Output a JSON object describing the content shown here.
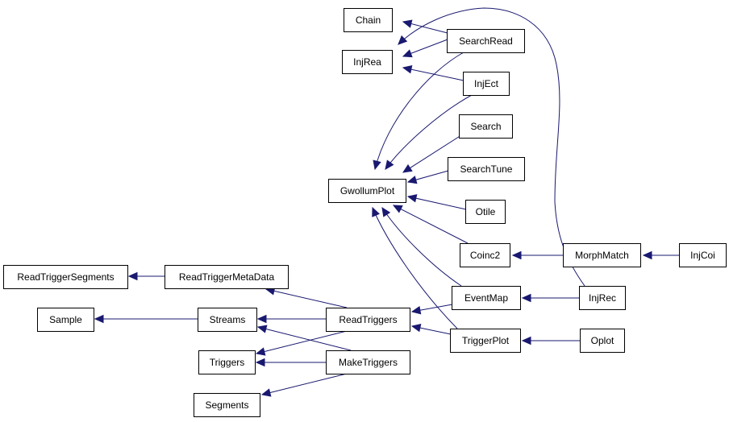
{
  "diagram": {
    "type": "class-inheritance-graph",
    "colors": {
      "edge": "#191970",
      "node_border": "#000000",
      "node_fill": "#ffffff",
      "text": "#000000"
    },
    "nodes": [
      {
        "id": "chain",
        "label": "Chain"
      },
      {
        "id": "searchread",
        "label": "SearchRead"
      },
      {
        "id": "injrea",
        "label": "InjRea"
      },
      {
        "id": "inject",
        "label": "InjEct"
      },
      {
        "id": "search",
        "label": "Search"
      },
      {
        "id": "searchtune",
        "label": "SearchTune"
      },
      {
        "id": "gwollumplot",
        "label": "GwollumPlot"
      },
      {
        "id": "otile",
        "label": "Otile"
      },
      {
        "id": "coinc2",
        "label": "Coinc2"
      },
      {
        "id": "morphmatch",
        "label": "MorphMatch"
      },
      {
        "id": "injcoi",
        "label": "InjCoi"
      },
      {
        "id": "readtriggersegments",
        "label": "ReadTriggerSegments"
      },
      {
        "id": "readtriggermetadata",
        "label": "ReadTriggerMetaData"
      },
      {
        "id": "eventmap",
        "label": "EventMap"
      },
      {
        "id": "injrec",
        "label": "InjRec"
      },
      {
        "id": "sample",
        "label": "Sample"
      },
      {
        "id": "streams",
        "label": "Streams"
      },
      {
        "id": "readtriggers",
        "label": "ReadTriggers"
      },
      {
        "id": "triggerplot",
        "label": "TriggerPlot"
      },
      {
        "id": "oplot",
        "label": "Oplot"
      },
      {
        "id": "triggers",
        "label": "Triggers"
      },
      {
        "id": "maketriggers",
        "label": "MakeTriggers"
      },
      {
        "id": "segments",
        "label": "Segments"
      }
    ],
    "edges": [
      {
        "from": "searchread",
        "to": "chain"
      },
      {
        "from": "searchread",
        "to": "injrea"
      },
      {
        "from": "inject",
        "to": "injrea"
      },
      {
        "from": "injrec",
        "to": "injrea"
      },
      {
        "from": "searchread",
        "to": "gwollumplot"
      },
      {
        "from": "inject",
        "to": "gwollumplot"
      },
      {
        "from": "search",
        "to": "gwollumplot"
      },
      {
        "from": "searchtune",
        "to": "gwollumplot"
      },
      {
        "from": "otile",
        "to": "gwollumplot"
      },
      {
        "from": "coinc2",
        "to": "gwollumplot"
      },
      {
        "from": "eventmap",
        "to": "gwollumplot"
      },
      {
        "from": "triggerplot",
        "to": "gwollumplot"
      },
      {
        "from": "morphmatch",
        "to": "coinc2"
      },
      {
        "from": "injcoi",
        "to": "morphmatch"
      },
      {
        "from": "readtriggermetadata",
        "to": "readtriggersegments"
      },
      {
        "from": "readtriggers",
        "to": "readtriggermetadata"
      },
      {
        "from": "eventmap",
        "to": "readtriggers"
      },
      {
        "from": "triggerplot",
        "to": "readtriggers"
      },
      {
        "from": "injrec",
        "to": "eventmap"
      },
      {
        "from": "oplot",
        "to": "triggerplot"
      },
      {
        "from": "streams",
        "to": "sample"
      },
      {
        "from": "readtriggers",
        "to": "streams"
      },
      {
        "from": "maketriggers",
        "to": "streams"
      },
      {
        "from": "readtriggers",
        "to": "triggers"
      },
      {
        "from": "maketriggers",
        "to": "triggers"
      },
      {
        "from": "maketriggers",
        "to": "segments"
      }
    ]
  }
}
